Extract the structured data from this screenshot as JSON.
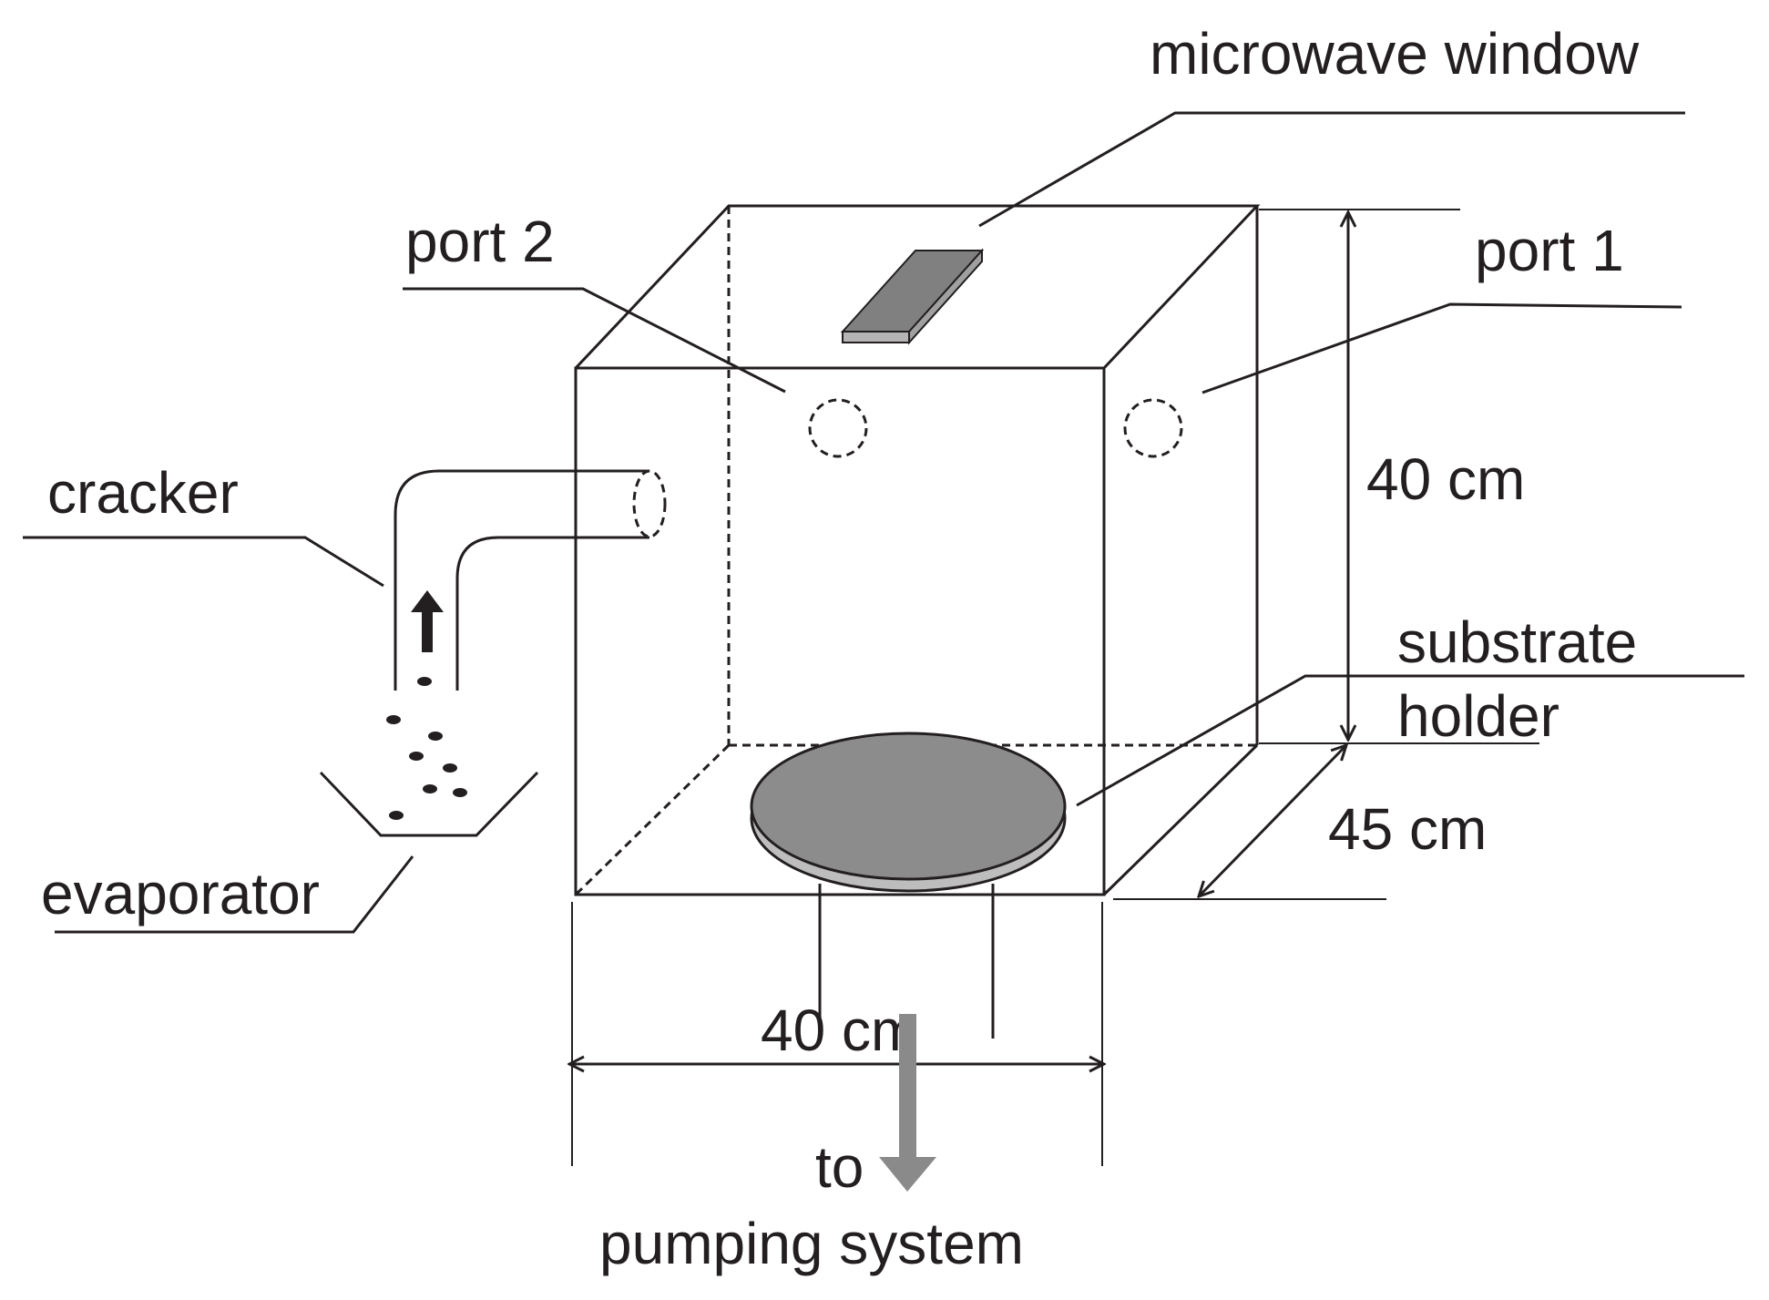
{
  "diagram": {
    "labels": {
      "microwave_window": "microwave window",
      "port_2": "port 2",
      "port_1": "port 1",
      "cracker": "cracker",
      "evaporator": "evaporator",
      "height_dim": "40 cm",
      "depth_dim": "45 cm",
      "width_dim": "40 cm",
      "substrate_line1": "substrate",
      "substrate_line2": "holder",
      "pump_line1": "to",
      "pump_line2": "pumping system"
    },
    "colors": {
      "line": "#231f20",
      "window_fill": "#808080",
      "holder_top": "#8c8c8c",
      "holder_edge": "#bdbdbd",
      "pump_arrow": "#8a8a8a"
    }
  }
}
